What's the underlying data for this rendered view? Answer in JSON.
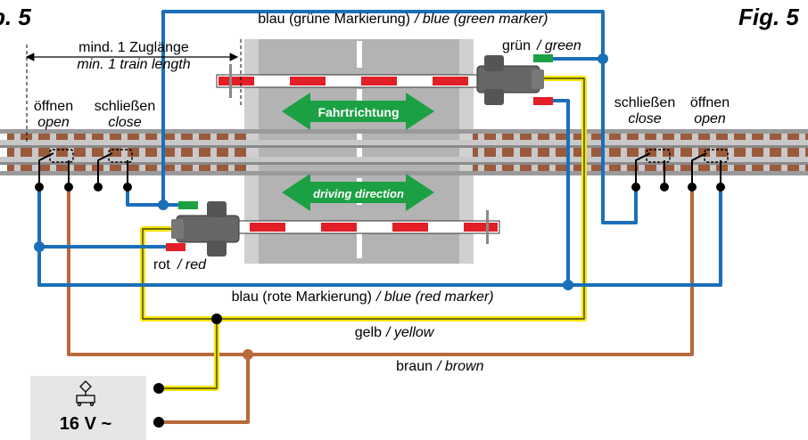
{
  "fig_left": "b. 5",
  "fig_right": "Fig. 5",
  "wire_labels": {
    "blue_green": "blau (grüne Markierung)",
    "blue_green_en": "/ blue (green marker)",
    "blue_red": "blau (rote Markierung)",
    "blue_red_en": "/ blue (red marker)",
    "yellow": "gelb",
    "yellow_en": "/ yellow",
    "brown": "braun",
    "brown_en": "/ brown"
  },
  "train_length": {
    "de": "mind. 1 Zuglänge",
    "en": "min. 1 train length"
  },
  "left_contacts": {
    "open_de": "öffnen",
    "open_en": "open",
    "close_de": "schließen",
    "close_en": "close"
  },
  "right_contacts": {
    "close_de": "schließen",
    "close_en": "close",
    "open_de": "öffnen",
    "open_en": "open"
  },
  "markers": {
    "green_de": "grün",
    "green_en": "/ green",
    "red_de": "rot",
    "red_en": "/ red"
  },
  "road_arrows": {
    "top": "Fahrtrichtung",
    "bottom": "driving direction"
  },
  "transformer": {
    "voltage": "16 V ~",
    "icon": "transformer-icon"
  },
  "colors": {
    "blue": "#1a6fb8",
    "yellow": "#f5e600",
    "brown": "#b8693a",
    "green": "#1ba043",
    "red": "#e21e26",
    "road": "#b3b3b3",
    "track": "#9a5a3c"
  }
}
